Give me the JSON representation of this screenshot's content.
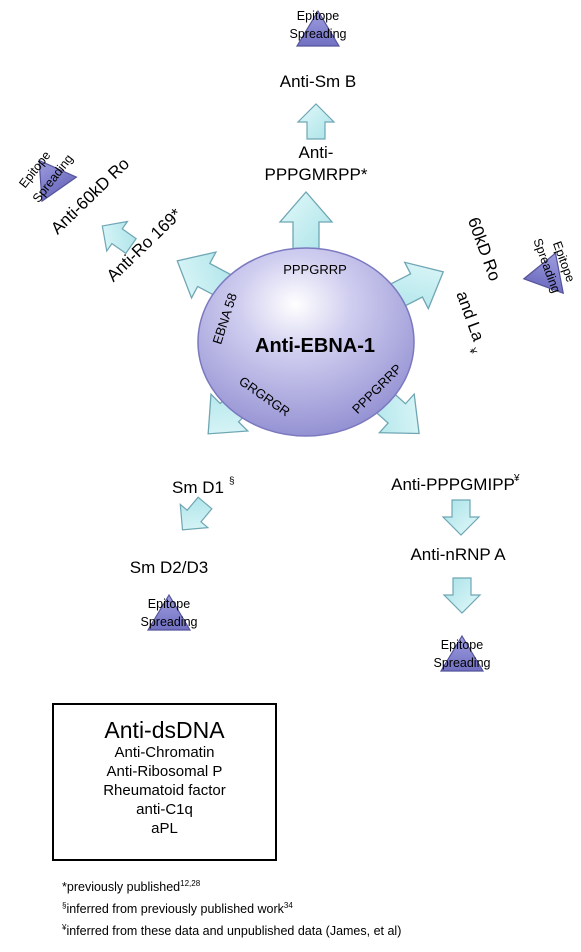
{
  "center": {
    "title": "Anti-EBNA-1",
    "epitopes": [
      "PPPGRRP",
      "EBNA 58",
      "GRGRGR",
      "PPPGRRP"
    ]
  },
  "top_branch": {
    "label_line1": "Anti-",
    "label_line2": "PPPGMRPP*",
    "next": "Anti-Sm B",
    "epitope_line1": "Epitope",
    "epitope_line2": "Spreading"
  },
  "upper_left_branch": {
    "label": "Anti-Ro 169*",
    "next": "Anti-60kD Ro",
    "epitope_line1": "Epitope",
    "epitope_line2": "Spreading"
  },
  "right_branch": {
    "label_line1": "60kD Ro",
    "label_line2": "and La",
    "mark": "¥",
    "epitope_line1": "Epitope",
    "epitope_line2": "Spreading"
  },
  "lower_left_branch": {
    "label": "Sm D1",
    "mark": "§",
    "next": "Sm D2/D3",
    "epitope_line1": "Epitope",
    "epitope_line2": "Spreading"
  },
  "lower_right_branch": {
    "label": "Anti-PPPGMIPP",
    "mark": "¥",
    "next": "Anti-nRNP A",
    "epitope_line1": "Epitope",
    "epitope_line2": "Spreading"
  },
  "box": {
    "title": "Anti-dsDNA",
    "items": [
      "Anti-Chromatin",
      "Anti-Ribosomal P",
      "Rheumatoid factor",
      "anti-C1q",
      "aPL"
    ]
  },
  "footnotes": [
    {
      "mark": "*",
      "text": "previously published",
      "ref": "12,28"
    },
    {
      "mark": "§",
      "text": "inferred from previously published work",
      "ref": "34"
    },
    {
      "mark": "¥",
      "text": "inferred from these data and unpublished data (James, et al)",
      "ref": ""
    }
  ],
  "colors": {
    "ellipse_fill": "#a6a4dc",
    "arrow_fill": "#c2eef1",
    "arrow_stroke": "#6fa6b4",
    "triangle_fill": "#8382cf",
    "triangle_stroke": "#55549a"
  }
}
